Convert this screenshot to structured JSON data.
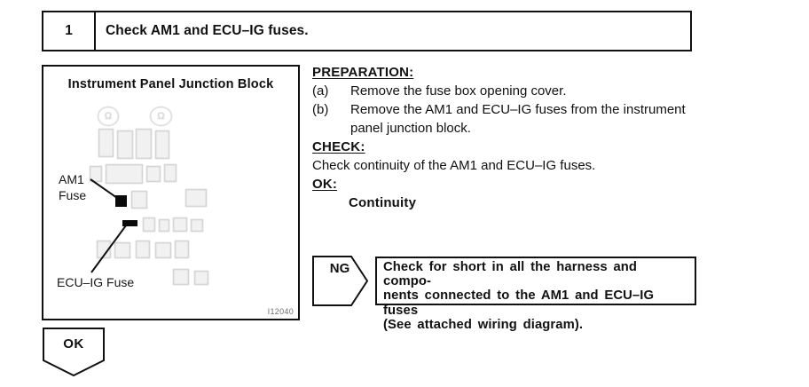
{
  "step": {
    "number": "1",
    "title": "Check AM1 and ECU–IG fuses."
  },
  "diagram": {
    "title": "Instrument Panel Junction Block",
    "labels": {
      "am1_line1": "AM1",
      "am1_line2": "Fuse",
      "ecu_ig": "ECU–IG Fuse"
    },
    "omega": "Ω",
    "figure_id": "I12040"
  },
  "instructions": {
    "preparation_heading": "PREPARATION:",
    "steps": [
      {
        "label": "(a)",
        "lines": [
          "Remove the fuse box opening cover."
        ]
      },
      {
        "label": "(b)",
        "lines": [
          "Remove the AM1 and ECU–IG fuses from the instrument",
          "panel junction block."
        ]
      }
    ],
    "check_heading": "CHECK:",
    "check_text": "Check continuity of the AM1 and ECU–IG fuses.",
    "ok_heading": "OK:",
    "ok_text": "Continuity"
  },
  "ng": {
    "label": "NG",
    "lines": [
      "Check for short in all the harness and compo-",
      "nents connected to the AM1 and ECU–IG fuses",
      "(See attached wiring diagram)."
    ]
  },
  "ok_badge": {
    "label": "OK"
  },
  "colors": {
    "ink": "#111111",
    "paper": "#ffffff",
    "faint_art": "#c9c9c9"
  }
}
